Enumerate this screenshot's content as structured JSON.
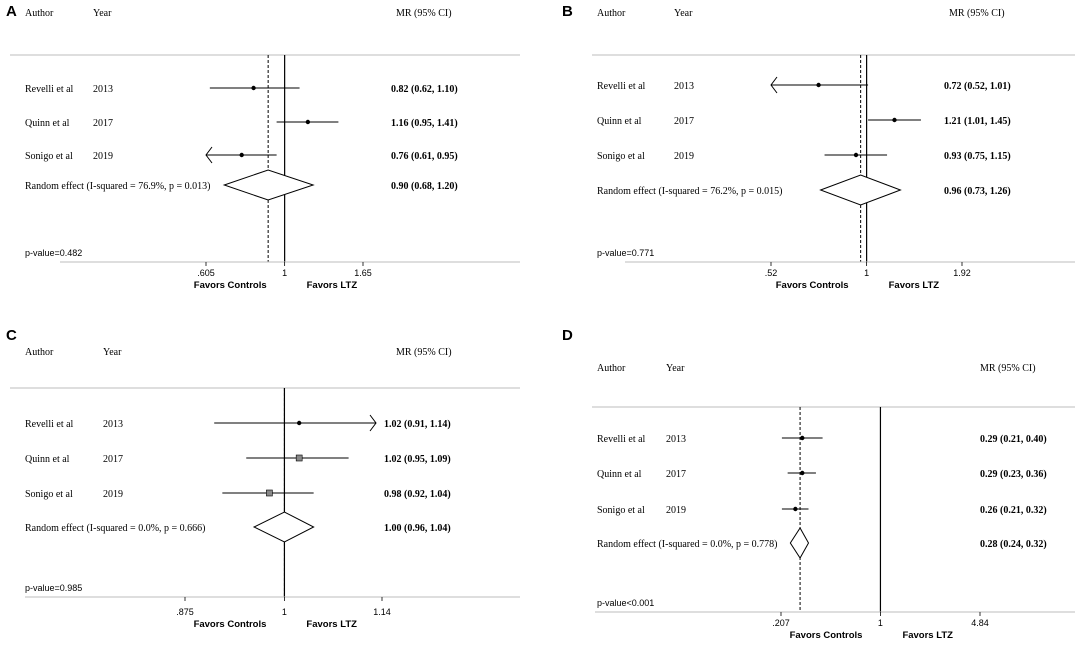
{
  "colors": {
    "ink": "#000000",
    "rule": "#bdbdbd",
    "background": "#ffffff"
  },
  "chart_data": [
    {
      "type": "forest",
      "panel": "A",
      "headers": {
        "author": "Author",
        "year": "Year",
        "effect": "MR (95% CI)"
      },
      "studies": [
        {
          "author": "Revelli et al",
          "year": "2013",
          "mr": 0.82,
          "ci": [
            0.62,
            1.1
          ],
          "label": "0.82 (0.62, 1.10)"
        },
        {
          "author": "Quinn et al",
          "year": "2017",
          "mr": 1.16,
          "ci": [
            0.95,
            1.41
          ],
          "label": "1.16 (0.95, 1.41)"
        },
        {
          "author": "Sonigo et al",
          "year": "2019",
          "mr": 0.76,
          "ci": [
            0.61,
            0.95
          ],
          "label": "0.76 (0.61, 0.95)",
          "arrow_left": true
        }
      ],
      "pooled": {
        "label": "Random effect (I-squared = 76.9%, p = 0.013)",
        "mr": 0.9,
        "ci": [
          0.68,
          1.2
        ],
        "value_label": "0.90 (0.68, 1.20)"
      },
      "p_value": "p-value=0.482",
      "ticks": [
        ".605",
        "1",
        "1.65"
      ],
      "tick_values": [
        0.605,
        1,
        1.65
      ],
      "axis_labels": {
        "left": "Favors Controls",
        "right": "Favors LTZ"
      }
    },
    {
      "type": "forest",
      "panel": "B",
      "headers": {
        "author": "Author",
        "year": "Year",
        "effect": "MR (95% CI)"
      },
      "studies": [
        {
          "author": "Revelli et al",
          "year": "2013",
          "mr": 0.72,
          "ci": [
            0.52,
            1.01
          ],
          "label": "0.72 (0.52, 1.01)",
          "arrow_left": true
        },
        {
          "author": "Quinn et al",
          "year": "2017",
          "mr": 1.21,
          "ci": [
            1.01,
            1.45
          ],
          "label": "1.21 (1.01, 1.45)"
        },
        {
          "author": "Sonigo et al",
          "year": "2019",
          "mr": 0.93,
          "ci": [
            0.75,
            1.15
          ],
          "label": "0.93 (0.75, 1.15)"
        }
      ],
      "pooled": {
        "label": "Random effect (I-squared = 76.2%, p = 0.015)",
        "mr": 0.96,
        "ci": [
          0.73,
          1.26
        ],
        "value_label": "0.96 (0.73, 1.26)"
      },
      "p_value": "p-value=0.771",
      "ticks": [
        ".52",
        "1",
        "1.92"
      ],
      "tick_values": [
        0.52,
        1,
        1.92
      ],
      "axis_labels": {
        "left": "Favors Controls",
        "right": "Favors LTZ"
      }
    },
    {
      "type": "forest",
      "panel": "C",
      "headers": {
        "author": "Author",
        "year": "Year",
        "effect": "MR (95% CI)"
      },
      "studies": [
        {
          "author": "Revelli et al",
          "year": "2013",
          "mr": 1.02,
          "ci": [
            0.91,
            1.14
          ],
          "label": "1.02 (0.91, 1.14)",
          "arrow_right": true
        },
        {
          "author": "Quinn et al",
          "year": "2017",
          "mr": 1.02,
          "ci": [
            0.95,
            1.09
          ],
          "label": "1.02 (0.95, 1.09)",
          "marker": "box"
        },
        {
          "author": "Sonigo et al",
          "year": "2019",
          "mr": 0.98,
          "ci": [
            0.92,
            1.04
          ],
          "label": "0.98 (0.92, 1.04)",
          "marker": "box"
        }
      ],
      "pooled": {
        "label": "Random effect (I-squared = 0.0%, p = 0.666)",
        "mr": 1.0,
        "ci": [
          0.96,
          1.04
        ],
        "value_label": "1.00 (0.96, 1.04)"
      },
      "p_value": "p-value=0.985",
      "ticks": [
        ".875",
        "1",
        "1.14"
      ],
      "tick_values": [
        0.875,
        1,
        1.14
      ],
      "axis_labels": {
        "left": "Favors Controls",
        "right": "Favors LTZ"
      }
    },
    {
      "type": "forest",
      "panel": "D",
      "headers": {
        "author": "Author",
        "year": "Year",
        "effect": "MR (95% CI)"
      },
      "studies": [
        {
          "author": "Revelli et al",
          "year": "2013",
          "mr": 0.29,
          "ci": [
            0.21,
            0.4
          ],
          "label": "0.29 (0.21, 0.40)"
        },
        {
          "author": "Quinn et al",
          "year": "2017",
          "mr": 0.29,
          "ci": [
            0.23,
            0.36
          ],
          "label": "0.29 (0.23, 0.36)"
        },
        {
          "author": "Sonigo et al",
          "year": "2019",
          "mr": 0.26,
          "ci": [
            0.21,
            0.32
          ],
          "label": "0.26 (0.21, 0.32)"
        }
      ],
      "pooled": {
        "label": "Random effect (I-squared = 0.0%, p = 0.778)",
        "mr": 0.28,
        "ci": [
          0.24,
          0.32
        ],
        "value_label": "0.28 (0.24, 0.32)"
      },
      "p_value": "p-value<0.001",
      "ticks": [
        ".207",
        "1",
        "4.84"
      ],
      "tick_values": [
        0.207,
        1,
        4.84
      ],
      "axis_labels": {
        "left": "Favors Controls",
        "right": "Favors LTZ"
      }
    }
  ]
}
